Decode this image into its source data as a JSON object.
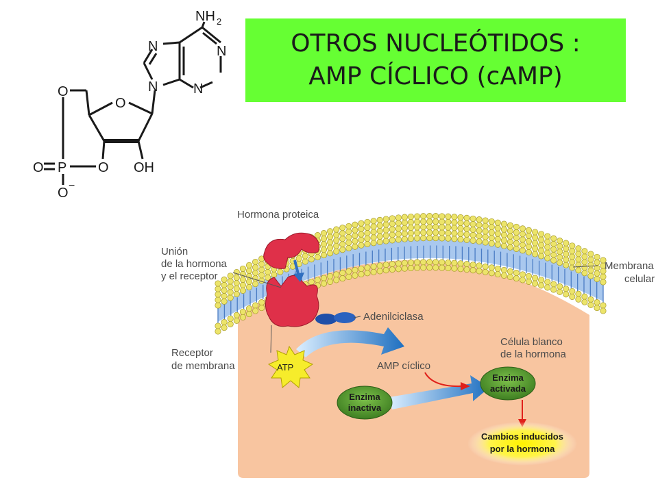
{
  "title": {
    "line1": "OTROS NUCLEÓTIDOS :",
    "line2": "AMP CÍCLICO (cAMP)"
  },
  "structure": {
    "atoms": {
      "nh2": "NH",
      "nh2_sub": "2",
      "n7": "N",
      "n1": "N",
      "n9": "N",
      "n3": "N",
      "o_ring": "O",
      "o_top": "O",
      "o_bottom": "O",
      "o_double": "O",
      "p": "P",
      "o_minus": "O",
      "oh": "OH"
    },
    "charge": "−"
  },
  "diagram": {
    "labels": {
      "hormona": "Hormona proteica",
      "union_1": "Unión",
      "union_2": "de la hormona",
      "union_3": "y el receptor",
      "membrana_1": "Membrana",
      "membrana_2": "celular",
      "adenilciclasa": "Adenilciclasa",
      "celula_1": "Célula blanco",
      "celula_2": "de la hormona",
      "receptor_1": "Receptor",
      "receptor_2": "de membrana",
      "atp": "ATP",
      "amp": "AMP cíclico",
      "enzima_act_1": "Enzima",
      "enzima_act_2": "activada",
      "enzima_inact_1": "Enzima",
      "enzima_inact_2": "inactiva",
      "cambios_1": "Cambios inducidos",
      "cambios_2": "por la hormona"
    },
    "colors": {
      "title_bg": "#66ff33",
      "cell": "#f8c5a0",
      "lipid_head": "#ece46a",
      "tail": "#5b8fd1",
      "hormone": "#e0304a",
      "enzyme": "#4e9a2a",
      "atp": "#f6ec2b",
      "red_arrow": "#e0201a",
      "glow": "#fff200"
    }
  }
}
